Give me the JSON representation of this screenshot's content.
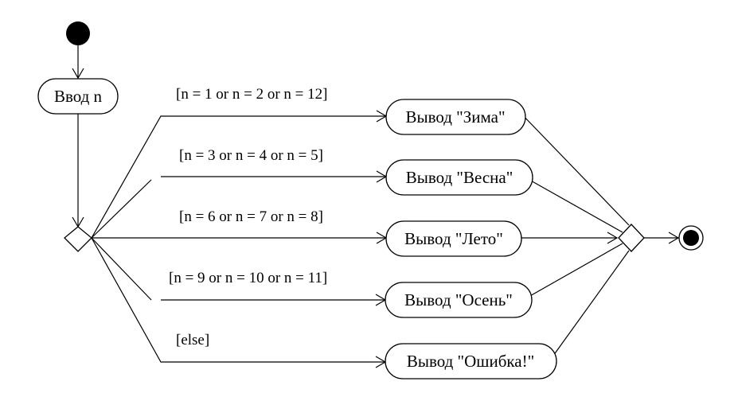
{
  "diagram": {
    "type": "uml-activity",
    "nodes": {
      "input": "Ввод n",
      "winter": "Вывод \"Зима\"",
      "spring": "Вывод \"Весна\"",
      "summer": "Вывод \"Лето\"",
      "autumn": "Вывод \"Осень\"",
      "error": "Вывод \"Ошибка!\""
    },
    "guards": {
      "winter": "[n = 1 or n = 2 or n = 12]",
      "spring": "[n = 3 or n = 4 or n = 5]",
      "summer": "[n = 6 or n = 7 or n = 8]",
      "autumn": "[n = 9 or n = 10 or n = 11]",
      "error": "[else]"
    }
  }
}
